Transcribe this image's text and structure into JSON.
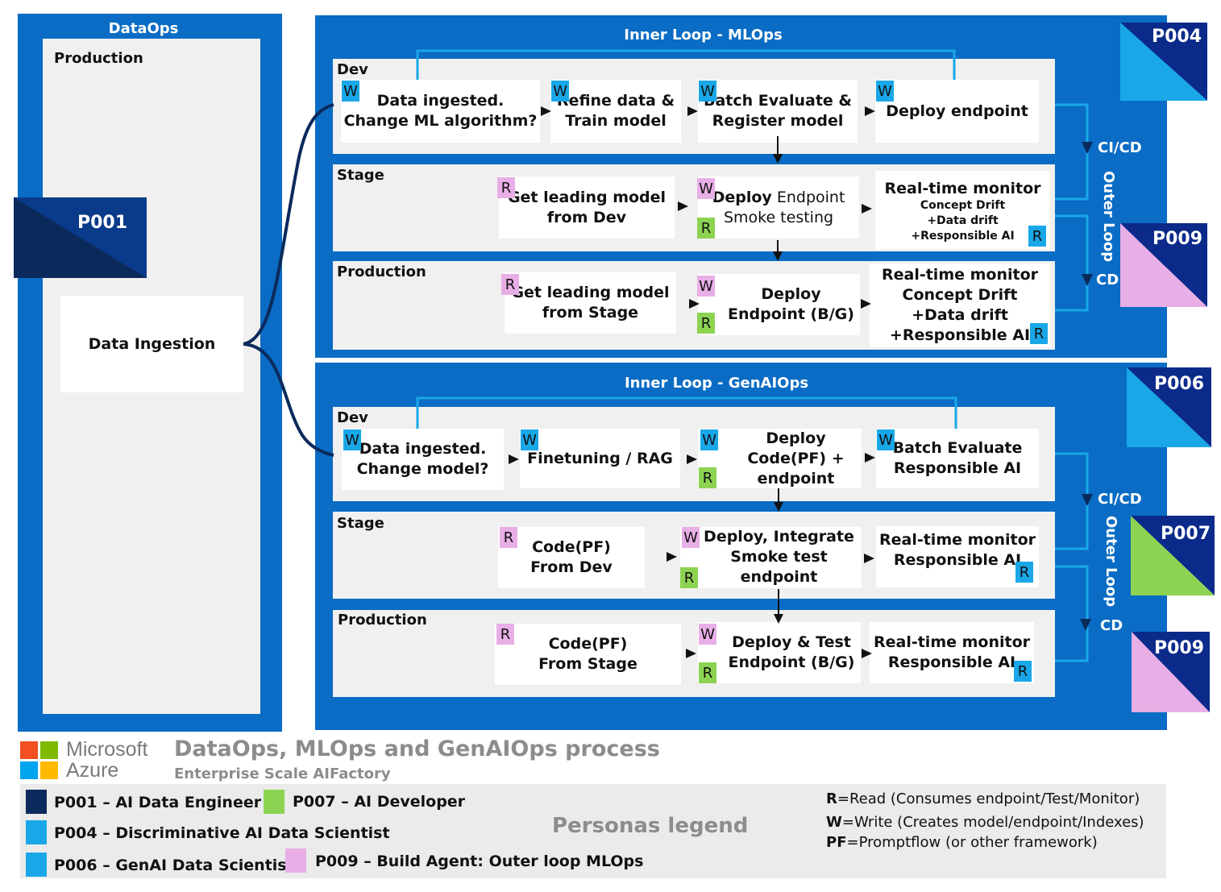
{
  "dataops": {
    "title": "DataOps",
    "production_label": "Production",
    "data_ingestion": "Data Ingestion",
    "persona": "P001"
  },
  "mlops": {
    "title": "Inner Loop - MLOps",
    "persona_top": "P004",
    "persona_bottom": "P009",
    "cicd": "CI/CD",
    "cd": "CD",
    "outer_loop": "Outer Loop",
    "dev": {
      "label": "Dev",
      "boxes": [
        "Data ingested.\nChange ML algorithm?",
        "Refine data &\nTrain model",
        "Batch Evaluate &\nRegister model",
        "Deploy endpoint"
      ]
    },
    "stage": {
      "label": "Stage",
      "box1": "Get leading model\nfrom Dev",
      "box2_bold": "Deploy",
      "box2_rest": " Endpoint",
      "box2_line2": "Smoke testing",
      "box3_title": "Real-time monitor",
      "box3_sub": "Concept Drift\n+Data drift\n+Responsible AI"
    },
    "production": {
      "label": "Production",
      "box1": "Get leading model\nfrom Stage",
      "box2": "Deploy\nEndpoint (B/G)",
      "box3": "Real-time monitor\nConcept Drift\n+Data drift\n+Responsible AI"
    }
  },
  "genaiops": {
    "title": "Inner Loop - GenAIOps",
    "persona_top": "P006",
    "persona_mid": "P007",
    "persona_bottom": "P009",
    "cicd": "CI/CD",
    "cd": "CD",
    "outer_loop": "Outer Loop",
    "dev": {
      "label": "Dev",
      "boxes": [
        "Data ingested.\nChange model?",
        "Finetuning / RAG",
        "Deploy\nCode(PF) +\nendpoint",
        "Batch Evaluate\nResponsible AI"
      ]
    },
    "stage": {
      "label": "Stage",
      "boxes": [
        "Code(PF)\nFrom Dev",
        "Deploy, Integrate\nSmoke test endpoint",
        "Real-time monitor\nResponsible AI"
      ]
    },
    "production": {
      "label": "Production",
      "boxes": [
        "Code(PF)\nFrom Stage",
        "Deploy & Test\nEndpoint (B/G)",
        "Real-time monitor\nResponsible AI"
      ]
    }
  },
  "badges": {
    "W": "W",
    "R": "R"
  },
  "footer": {
    "brand_line1": "Microsoft",
    "brand_line2": "Azure",
    "title": "DataOps, MLOps and GenAIOps process",
    "subtitle": "Enterprise Scale AIFactory",
    "personas_legend": "Personas legend",
    "legend": [
      {
        "text": "P001 – AI Data Engineer",
        "color": "#0b2a5c"
      },
      {
        "text": "P007 – AI Developer",
        "color": "#8dd352"
      },
      {
        "text": "P004 – Discriminative AI Data Scientist",
        "color": "#19a7e8"
      },
      {
        "text": "P006 – GenAI Data Scientist",
        "color": "#19a7e8"
      },
      {
        "text": "P009 – Build Agent: Outer loop MLOps",
        "color": "#e8aee6"
      }
    ],
    "rules": [
      {
        "key": "R",
        "text": "=Read (Consumes endpoint/Test/Monitor)"
      },
      {
        "key": "W",
        "text": "=Write (Creates model/endpoint/Indexes)"
      },
      {
        "key": "PF",
        "text": "=Promptflow (or other framework)"
      }
    ]
  },
  "colors": {
    "frame_blue": "#0a6cc4",
    "navy": "#0b2a5c",
    "light_blue": "#19a7e8",
    "green": "#8dd352",
    "pink": "#e8aee6",
    "panel_gray": "#f0f0f0"
  }
}
